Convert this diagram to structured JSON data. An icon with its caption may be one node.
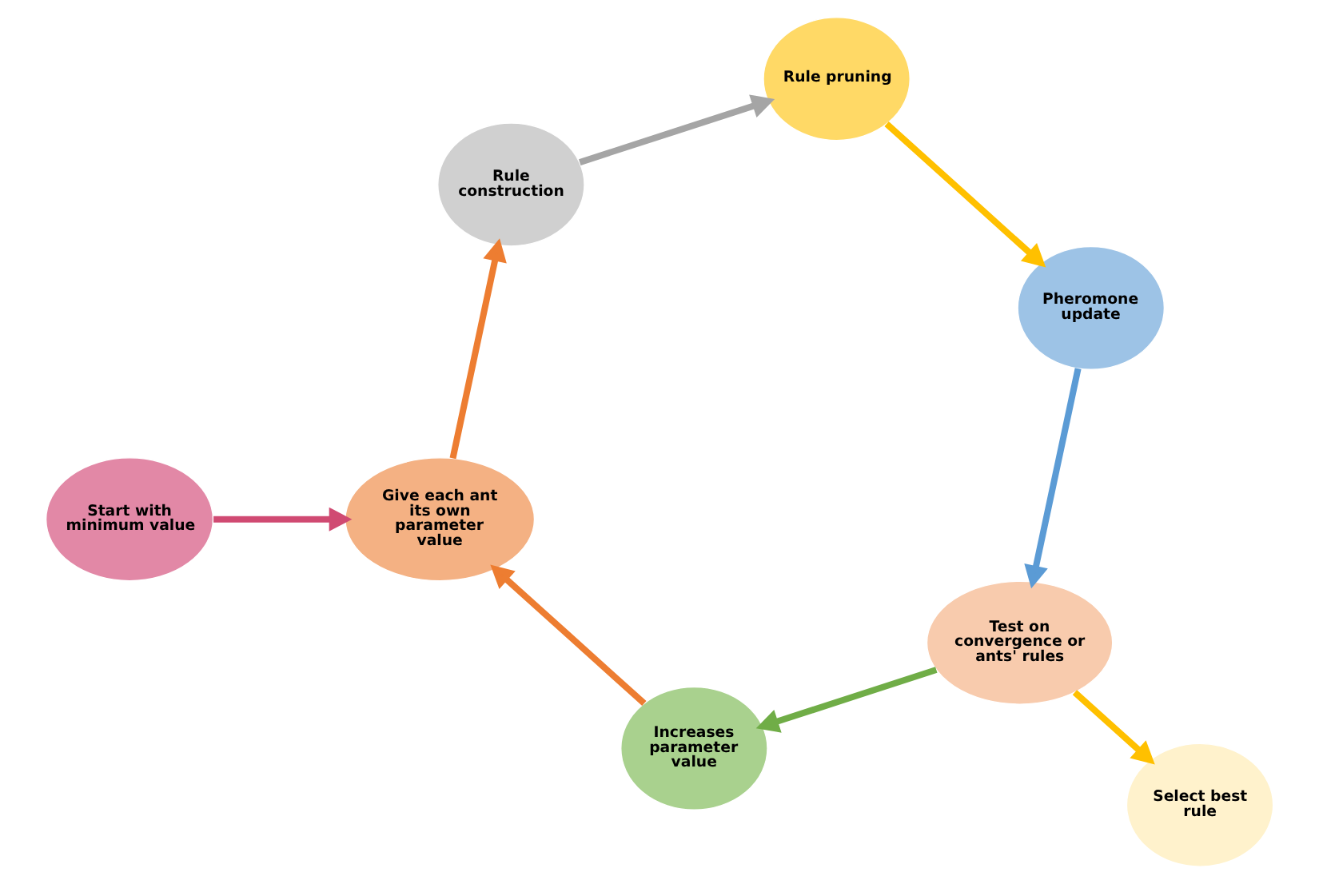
{
  "diagram": {
    "nodes": [
      {
        "text": [
          "Start with minimum value"
        ]
      },
      {
        "text": [
          "Give each ant its own parameter value"
        ]
      },
      {
        "text": [
          "Rule construction"
        ]
      },
      {
        "text": [
          "Rule pruning"
        ]
      },
      {
        "text": [
          "Pheromone update"
        ]
      },
      {
        "text": [
          "Test on convergence or ants' rules"
        ]
      },
      {
        "text": [
          "Increases parameter value"
        ]
      },
      {
        "text": [
          "Select best rule"
        ]
      }
    ],
    "edges": [
      {
        "from": 0,
        "to": 1,
        "arrow": "to",
        "color": "#d04a72"
      },
      {
        "from": 1,
        "to": 2,
        "arrow": "to",
        "color": "#ed7d31"
      },
      {
        "from": 2,
        "to": 3,
        "arrow": "to",
        "color": "#a5a5a5"
      },
      {
        "from": 3,
        "to": 4,
        "arrow": "to",
        "color": "#ffc000"
      },
      {
        "from": 4,
        "to": 5,
        "arrow": "to",
        "color": "#5b9bd5"
      },
      {
        "from": 5,
        "to": 6,
        "arrow": "to",
        "color": "#70ad47"
      },
      {
        "from": 6,
        "to": 1,
        "arrow": "to",
        "color": "#ed7d31"
      },
      {
        "from": 5,
        "to": 7,
        "arrow": "to",
        "color": "#ffc000"
      }
    ]
  }
}
